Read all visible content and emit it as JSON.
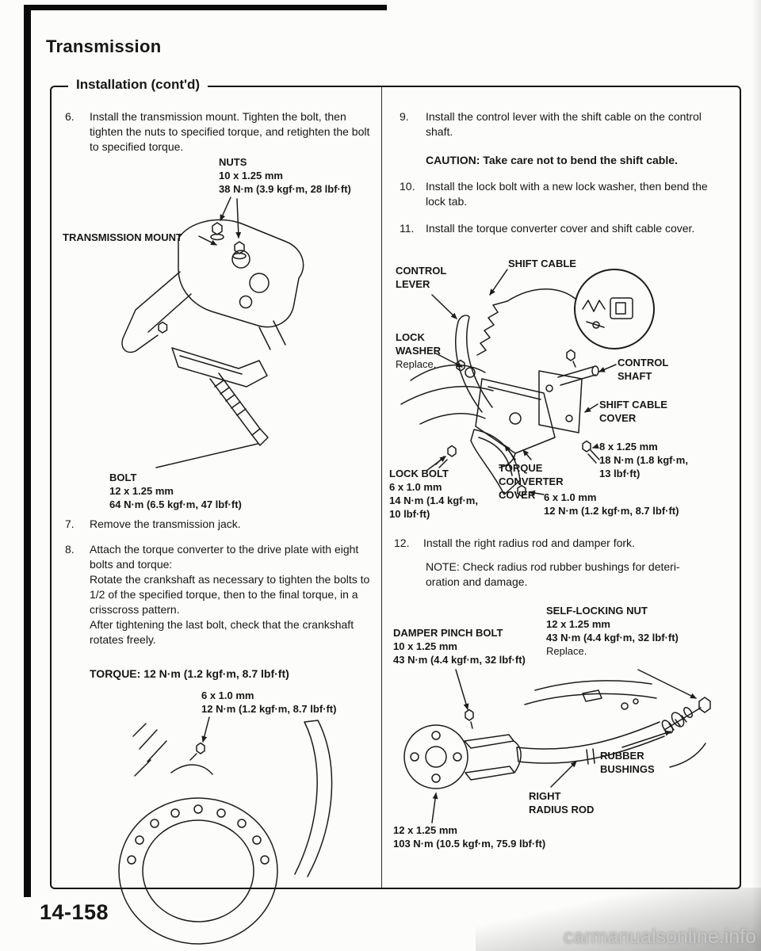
{
  "page": {
    "title": "Transmission",
    "section_header": "Installation (cont'd)",
    "page_number": "14-158",
    "watermark": "carmanualsonline.info"
  },
  "left": {
    "step6": {
      "n": "6.",
      "t": "Install the transmission mount. Tighten the bolt, then tighten the nuts to specified torque, and retighten the bolt to specified torque."
    },
    "fig_mount": {
      "nuts_label": "NUTS",
      "nuts_size": "10 x 1.25 mm",
      "nuts_torque": "38 N·m (3.9 kgf·m, 28 lbf·ft)",
      "mount_label": "TRANSMISSION MOUNT",
      "bolt_label": "BOLT",
      "bolt_size": "12 x 1.25 mm",
      "bolt_torque": "64 N·m (6.5 kgf·m, 47 lbf·ft)"
    },
    "step7": {
      "n": "7.",
      "t": "Remove the transmission jack."
    },
    "step8": {
      "n": "8.",
      "t1": "Attach the torque converter to the drive plate with eight bolts and torque:",
      "t2": "Rotate the crankshaft as necessary to tighten the bolts to 1/2 of the specified torque, then to the final torque, in a crisscross pattern.",
      "t3": "After tightening the last bolt, check that the crankshaft rotates freely."
    },
    "torque_spec": "TORQUE: 12 N·m (1.2 kgf·m, 8.7 lbf·ft)",
    "fig_driveplate": {
      "bolt_size": "6 x 1.0 mm",
      "bolt_torque": "12 N·m (1.2 kgf·m, 8.7 lbf·ft)"
    }
  },
  "right": {
    "step9": {
      "n": "9.",
      "t": "Install the control lever with the shift cable on the control shaft."
    },
    "caution": "CAUTION: Take care not to bend the shift cable.",
    "step10": {
      "n": "10.",
      "t": "Install the lock bolt with a new lock washer, then bend the lock tab."
    },
    "step11": {
      "n": "11.",
      "t": "Install the torque converter cover and shift cable cover."
    },
    "fig_control": {
      "shift_cable": "SHIFT CABLE",
      "control_lever_1": "CONTROL",
      "control_lever_2": "LEVER",
      "lock_washer_1": "LOCK",
      "lock_washer_2": "WASHER",
      "lock_washer_3": "Replace.",
      "control_shaft_1": "CONTROL",
      "control_shaft_2": "SHAFT",
      "cable_cover_1": "SHIFT CABLE",
      "cable_cover_2": "COVER",
      "cover_bolt_size": "8 x 1.25 mm",
      "cover_bolt_torque_1": "18 N·m (1.8 kgf·m,",
      "cover_bolt_torque_2": "13 lbf·ft)",
      "lock_bolt_1": "LOCK BOLT",
      "lock_bolt_2": "6 x 1.0 mm",
      "lock_bolt_3": "14 N·m (1.4 kgf·m,",
      "lock_bolt_4": "10 lbf·ft)",
      "tc_cover_1": "TORQUE",
      "tc_cover_2": "CONVERTER",
      "tc_cover_3": "COVER",
      "tc_bolt_size": "6 x 1.0 mm",
      "tc_bolt_torque": "12 N·m (1.2 kgf·m, 8.7 lbf·ft)"
    },
    "step12": {
      "n": "12.",
      "t": "Install the right radius rod and damper fork."
    },
    "note1": "NOTE:  Check radius rod rubber bushings for deteri-",
    "note2": "oration and damage.",
    "fig_radius": {
      "selflock_1": "SELF-LOCKING NUT",
      "selflock_2": "12 x 1.25 mm",
      "selflock_3": "43 N·m (4.4 kgf·m, 32 lbf·ft)",
      "selflock_4": "Replace.",
      "damper_1": "DAMPER PINCH BOLT",
      "damper_2": "10 x 1.25 mm",
      "damper_3": "43 N·m (4.4 kgf·m, 32 lbf·ft)",
      "bushings_1": "RUBBER",
      "bushings_2": "BUSHINGS",
      "radius_rod_1": "RIGHT",
      "radius_rod_2": "RADIUS ROD",
      "rod_bolt_1": "12 x 1.25 mm",
      "rod_bolt_2": "103 N·m (10.5 kgf·m, 75.9 lbf·ft)"
    }
  }
}
